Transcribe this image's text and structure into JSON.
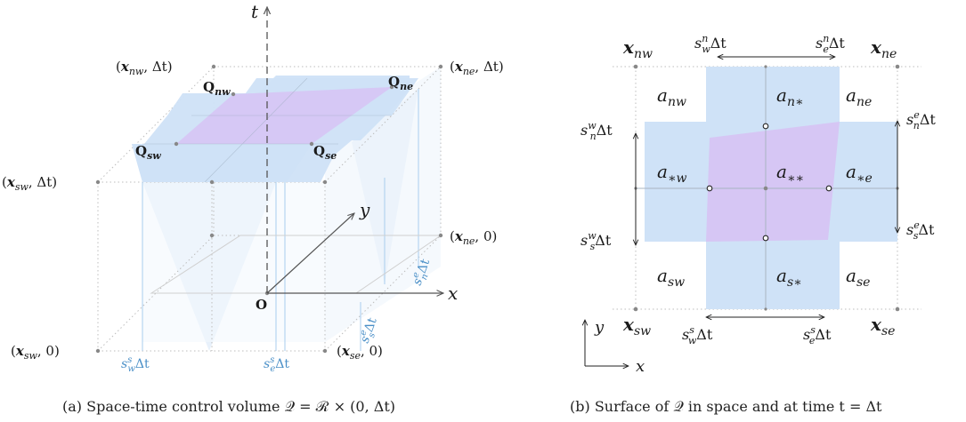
{
  "left": {
    "axes": {
      "t": "t",
      "x": "x",
      "y": "y",
      "origin": "O"
    },
    "corner_labels": {
      "nw_top": {
        "base": "(",
        "bold": "x",
        "sub": "nw",
        "rest": ", Δt)"
      },
      "ne_top": {
        "base": "(",
        "bold": "x",
        "sub": "ne",
        "rest": ", Δt)"
      },
      "sw_top": {
        "base": "(",
        "bold": "x",
        "sub": "sw",
        "rest": ", Δt)"
      },
      "ne_bot": {
        "base": "(",
        "bold": "x",
        "sub": "ne",
        "rest": ", 0)"
      },
      "sw_bot": {
        "base": "(",
        "bold": "x",
        "sub": "sw",
        "rest": ", 0)"
      },
      "se_bot": {
        "base": "(",
        "bold": "x",
        "sub": "se",
        "rest": ", 0)"
      }
    },
    "q_labels": {
      "nw": {
        "main": "Q",
        "sub": "nw"
      },
      "ne": {
        "main": "Q",
        "sub": "ne"
      },
      "sw": {
        "main": "Q",
        "sub": "sw"
      },
      "se": {
        "main": "Q",
        "sub": "se"
      }
    },
    "blue_labels": {
      "swDt": {
        "s": "s",
        "sup": "s",
        "sub": "w",
        "rest": "Δt"
      },
      "seDt": {
        "s": "s",
        "sup": "s",
        "sub": "e",
        "rest": "Δt"
      },
      "ssDt": {
        "s": "s",
        "sup": "e",
        "sub": "s",
        "rest": "Δt"
      },
      "snDt": {
        "s": "s",
        "sup": "e",
        "sub": "n",
        "rest": "Δt"
      }
    },
    "caption": "(a) Space-time control volume 𝒬 = ℛ × (0, Δt)"
  },
  "right": {
    "corners": {
      "nw": {
        "bold": "x",
        "sub": "nw"
      },
      "ne": {
        "bold": "x",
        "sub": "ne"
      },
      "sw": {
        "bold": "x",
        "sub": "sw"
      },
      "se": {
        "bold": "x",
        "sub": "se"
      }
    },
    "cells": {
      "nw": {
        "a": "a",
        "sub": "nw"
      },
      "n": {
        "a": "a",
        "sub": "n∗"
      },
      "ne": {
        "a": "a",
        "sub": "ne"
      },
      "w": {
        "a": "a",
        "sub": "∗w"
      },
      "c": {
        "a": "a",
        "sub": "∗∗"
      },
      "e": {
        "a": "a",
        "sub": "∗e"
      },
      "sw": {
        "a": "a",
        "sub": "sw"
      },
      "s": {
        "a": "a",
        "sub": "s∗"
      },
      "se": {
        "a": "a",
        "sub": "se"
      }
    },
    "edge_labels": {
      "top_w": {
        "s": "s",
        "sup": "n",
        "sub": "w",
        "rest": "Δt"
      },
      "top_e": {
        "s": "s",
        "sup": "n",
        "sub": "e",
        "rest": "Δt"
      },
      "bot_w": {
        "s": "s",
        "sup": "s",
        "sub": "w",
        "rest": "Δt"
      },
      "bot_e": {
        "s": "s",
        "sup": "s",
        "sub": "e",
        "rest": "Δt"
      },
      "left_n": {
        "s": "s",
        "sup": "w",
        "sub": "n",
        "rest": "Δt"
      },
      "left_s": {
        "s": "s",
        "sup": "w",
        "sub": "s",
        "rest": "Δt"
      },
      "right_n": {
        "s": "s",
        "sup": "e",
        "sub": "n",
        "rest": "Δt"
      },
      "right_s": {
        "s": "s",
        "sup": "e",
        "sub": "s",
        "rest": "Δt"
      }
    },
    "axes": {
      "x": "x",
      "y": "y"
    },
    "caption": "(b) Surface of 𝒬 in space and at time t = Δt"
  },
  "colors": {
    "blue_fill": "#cfe2f7",
    "blue_light": "#e6f0fb",
    "purple_fill": "#d6c6f4",
    "label_blue": "#4a8fc7",
    "grid_gray": "#b9b9b9"
  }
}
